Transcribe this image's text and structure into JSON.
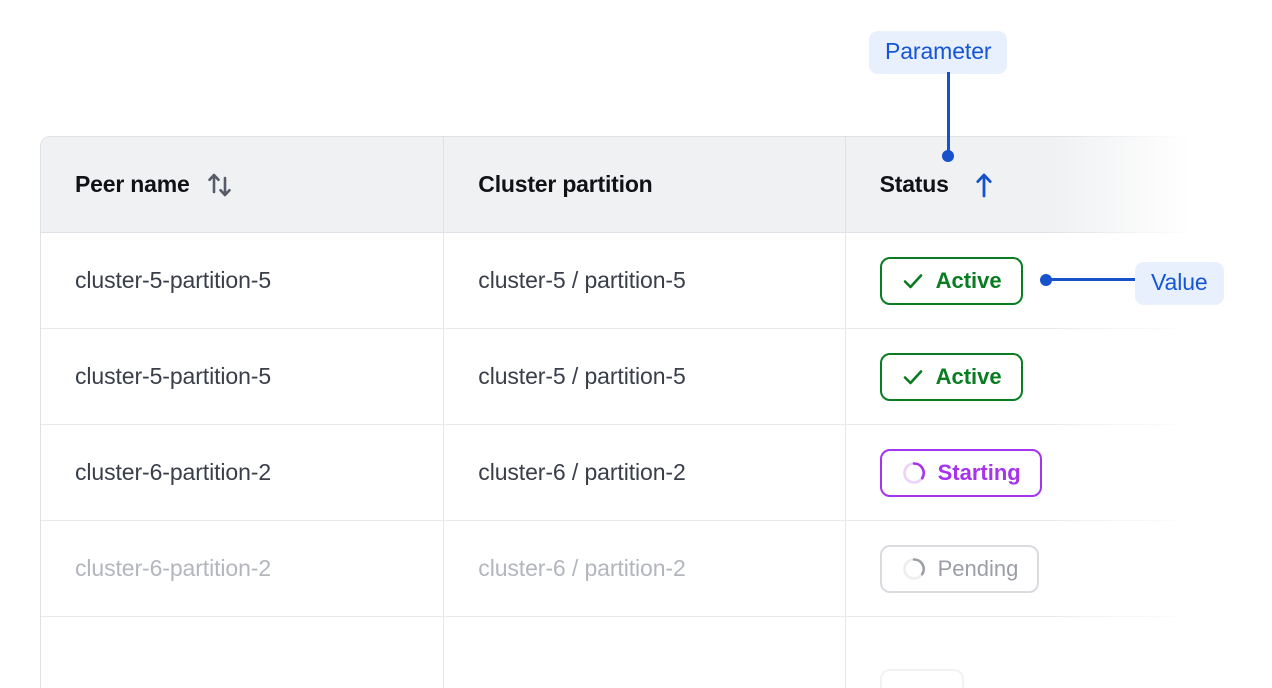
{
  "table": {
    "columns": [
      {
        "label": "Peer name",
        "sort_icon": "sort-updown-icon",
        "sorted": false
      },
      {
        "label": "Cluster partition",
        "sort_icon": null,
        "sorted": false
      },
      {
        "label": "Status",
        "sort_icon": "sort-arrow-up-icon",
        "sorted": true
      }
    ],
    "rows": [
      {
        "peer_name": "cluster-5-partition-5",
        "cluster_partition": "cluster-5 / partition-5",
        "status": "Active",
        "status_kind": "active",
        "status_icon": "check-icon",
        "muted": false
      },
      {
        "peer_name": "cluster-5-partition-5",
        "cluster_partition": "cluster-5 / partition-5",
        "status": "Active",
        "status_kind": "active",
        "status_icon": "check-icon",
        "muted": false
      },
      {
        "peer_name": "cluster-6-partition-2",
        "cluster_partition": "cluster-6 / partition-2",
        "status": "Starting",
        "status_kind": "starting",
        "status_icon": "spinner-icon",
        "muted": false
      },
      {
        "peer_name": "cluster-6-partition-2",
        "cluster_partition": "cluster-6 / partition-2",
        "status": "Pending",
        "status_kind": "pending",
        "status_icon": "spinner-icon",
        "muted": true
      }
    ]
  },
  "annotations": {
    "parameter_badge": "Parameter",
    "value_badge": "Value",
    "accent_color": "#1552cc",
    "badge_bg": "#e8effd",
    "badge_text": "#1556d6"
  },
  "colors": {
    "active": "#0a7d22",
    "starting": "#a533ef",
    "pending": "#9b9ea5",
    "header_bg": "#f0f1f3",
    "border": "#dfe1e6",
    "text": "#393e49",
    "muted_text": "#b3b6bd"
  }
}
